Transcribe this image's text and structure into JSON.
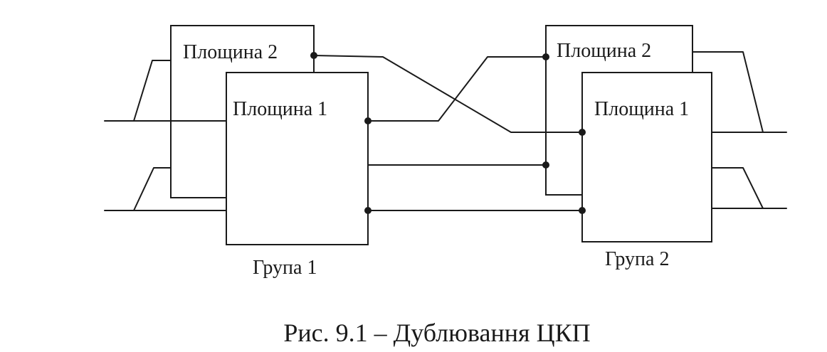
{
  "diagram": {
    "group1": {
      "back_plane_label": "Площина 2",
      "front_plane_label": "Площина 1",
      "group_label": "Група 1"
    },
    "group2": {
      "back_plane_label": "Площина 2",
      "front_plane_label": "Площина 1",
      "group_label": "Група 2"
    },
    "caption": "Рис. 9.1 – Дублювання ЦКП"
  }
}
